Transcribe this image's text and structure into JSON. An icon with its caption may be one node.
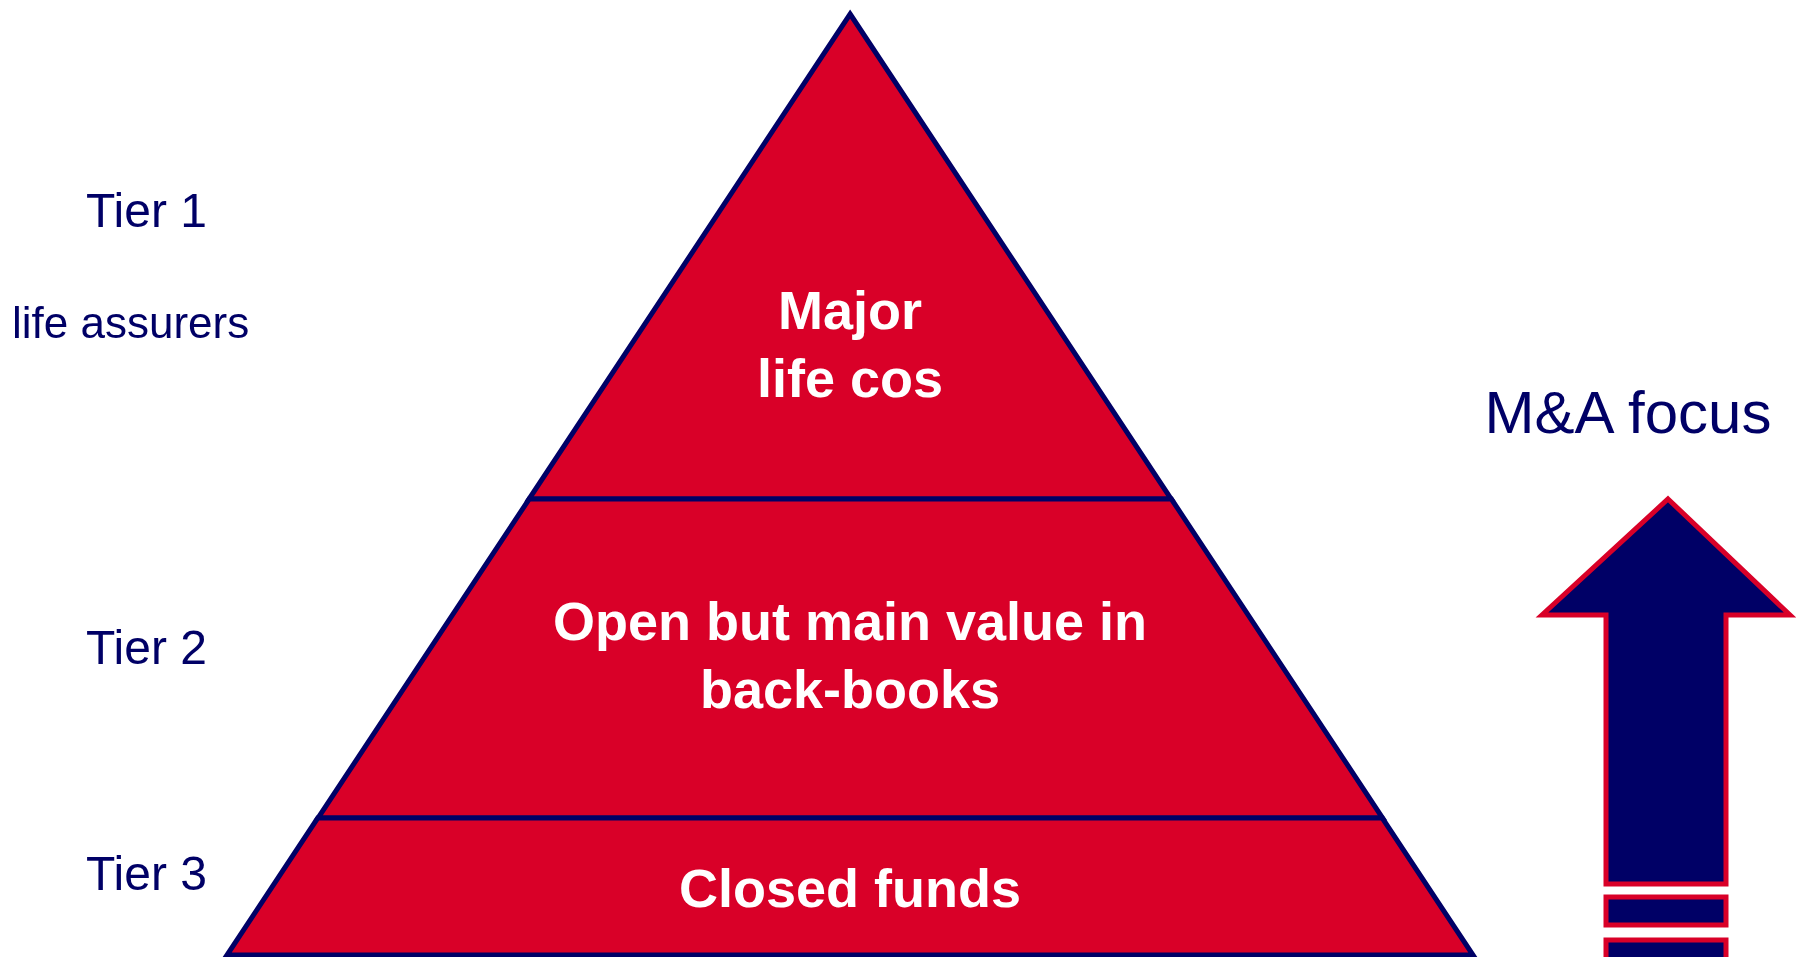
{
  "diagram": {
    "nodes": [
      {
        "text": [
          "Major life cos"
        ]
      },
      {
        "text": [
          "Open but main value in back-books"
        ]
      },
      {
        "text": [
          "Closed funds"
        ]
      }
    ],
    "labels": [
      "Tier 1",
      "life assurers",
      "Tier 2",
      "Tier 3",
      "M&A focus"
    ]
  }
}
